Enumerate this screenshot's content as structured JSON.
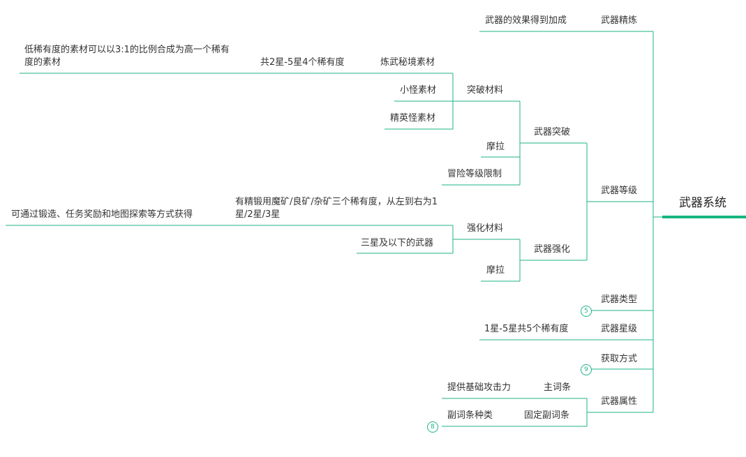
{
  "root": {
    "label": "武器系统"
  },
  "colors": {
    "line": "#1db38a",
    "root_line": "#17b57e",
    "text": "#333333"
  },
  "nodes": {
    "refine": "武器精炼",
    "refine_effect": "武器的效果得到加成",
    "level": "武器等级",
    "breakthrough": "武器突破",
    "break_material": "突破材料",
    "secret_material": "炼武秘境素材",
    "secret_rarity": "共2星-5星4个稀有度",
    "secret_note": "低稀有度的素材可以以3:1的比例合成为高一个稀有度的素材",
    "small_monster": "小怪素材",
    "elite_monster": "精英怪素材",
    "mora_break": "摩拉",
    "adventure_limit": "冒险等级限制",
    "enhance": "武器强化",
    "enhance_material": "强化材料",
    "ore_note": "有精锻用魔矿/良矿/杂矿三个稀有度，从左到右为1星/2星/3星",
    "ore_source": "可通过锻造、任务奖励和地图探索等方式获得",
    "low_star_weapon": "三星及以下的武器",
    "mora_enhance": "摩拉",
    "type": "武器类型",
    "type_count": "5",
    "star": "武器星级",
    "star_note": "1星-5星共5个稀有度",
    "obtain": "获取方式",
    "obtain_count": "9",
    "attribute": "武器属性",
    "main_stat": "主词条",
    "main_stat_note": "提供基础攻击力",
    "sub_stat": "固定副词条",
    "sub_stat_types": "副词条种类",
    "sub_stat_count": "8"
  }
}
